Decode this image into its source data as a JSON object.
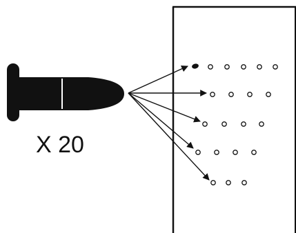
{
  "diagram": {
    "count_label": "X 20",
    "colors": {
      "ink": "#111111",
      "background": "#ffffff"
    },
    "icons": {
      "projectile": "bullet-icon",
      "target": "target-board"
    },
    "rows": [
      {
        "holes": 5,
        "first_hole": "impact-marker"
      },
      {
        "holes": 4
      },
      {
        "holes": 4
      },
      {
        "holes": 4
      },
      {
        "holes": 3
      }
    ]
  }
}
